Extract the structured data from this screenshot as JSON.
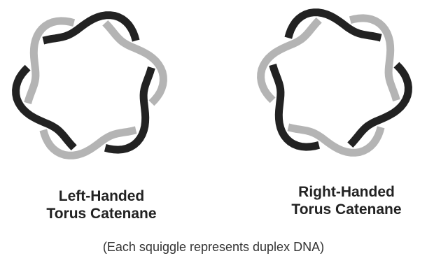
{
  "colors": {
    "dark_strand": "#222222",
    "light_strand": "#b4b4b4"
  },
  "diagrams": [
    {
      "id": "left",
      "title_line1": "Left-Handed",
      "title_line2": "Torus Catenane"
    },
    {
      "id": "right",
      "title_line1": "Right-Handed",
      "title_line2": "Torus Catenane"
    }
  ],
  "caption": "(Each squiggle represents duplex DNA)"
}
